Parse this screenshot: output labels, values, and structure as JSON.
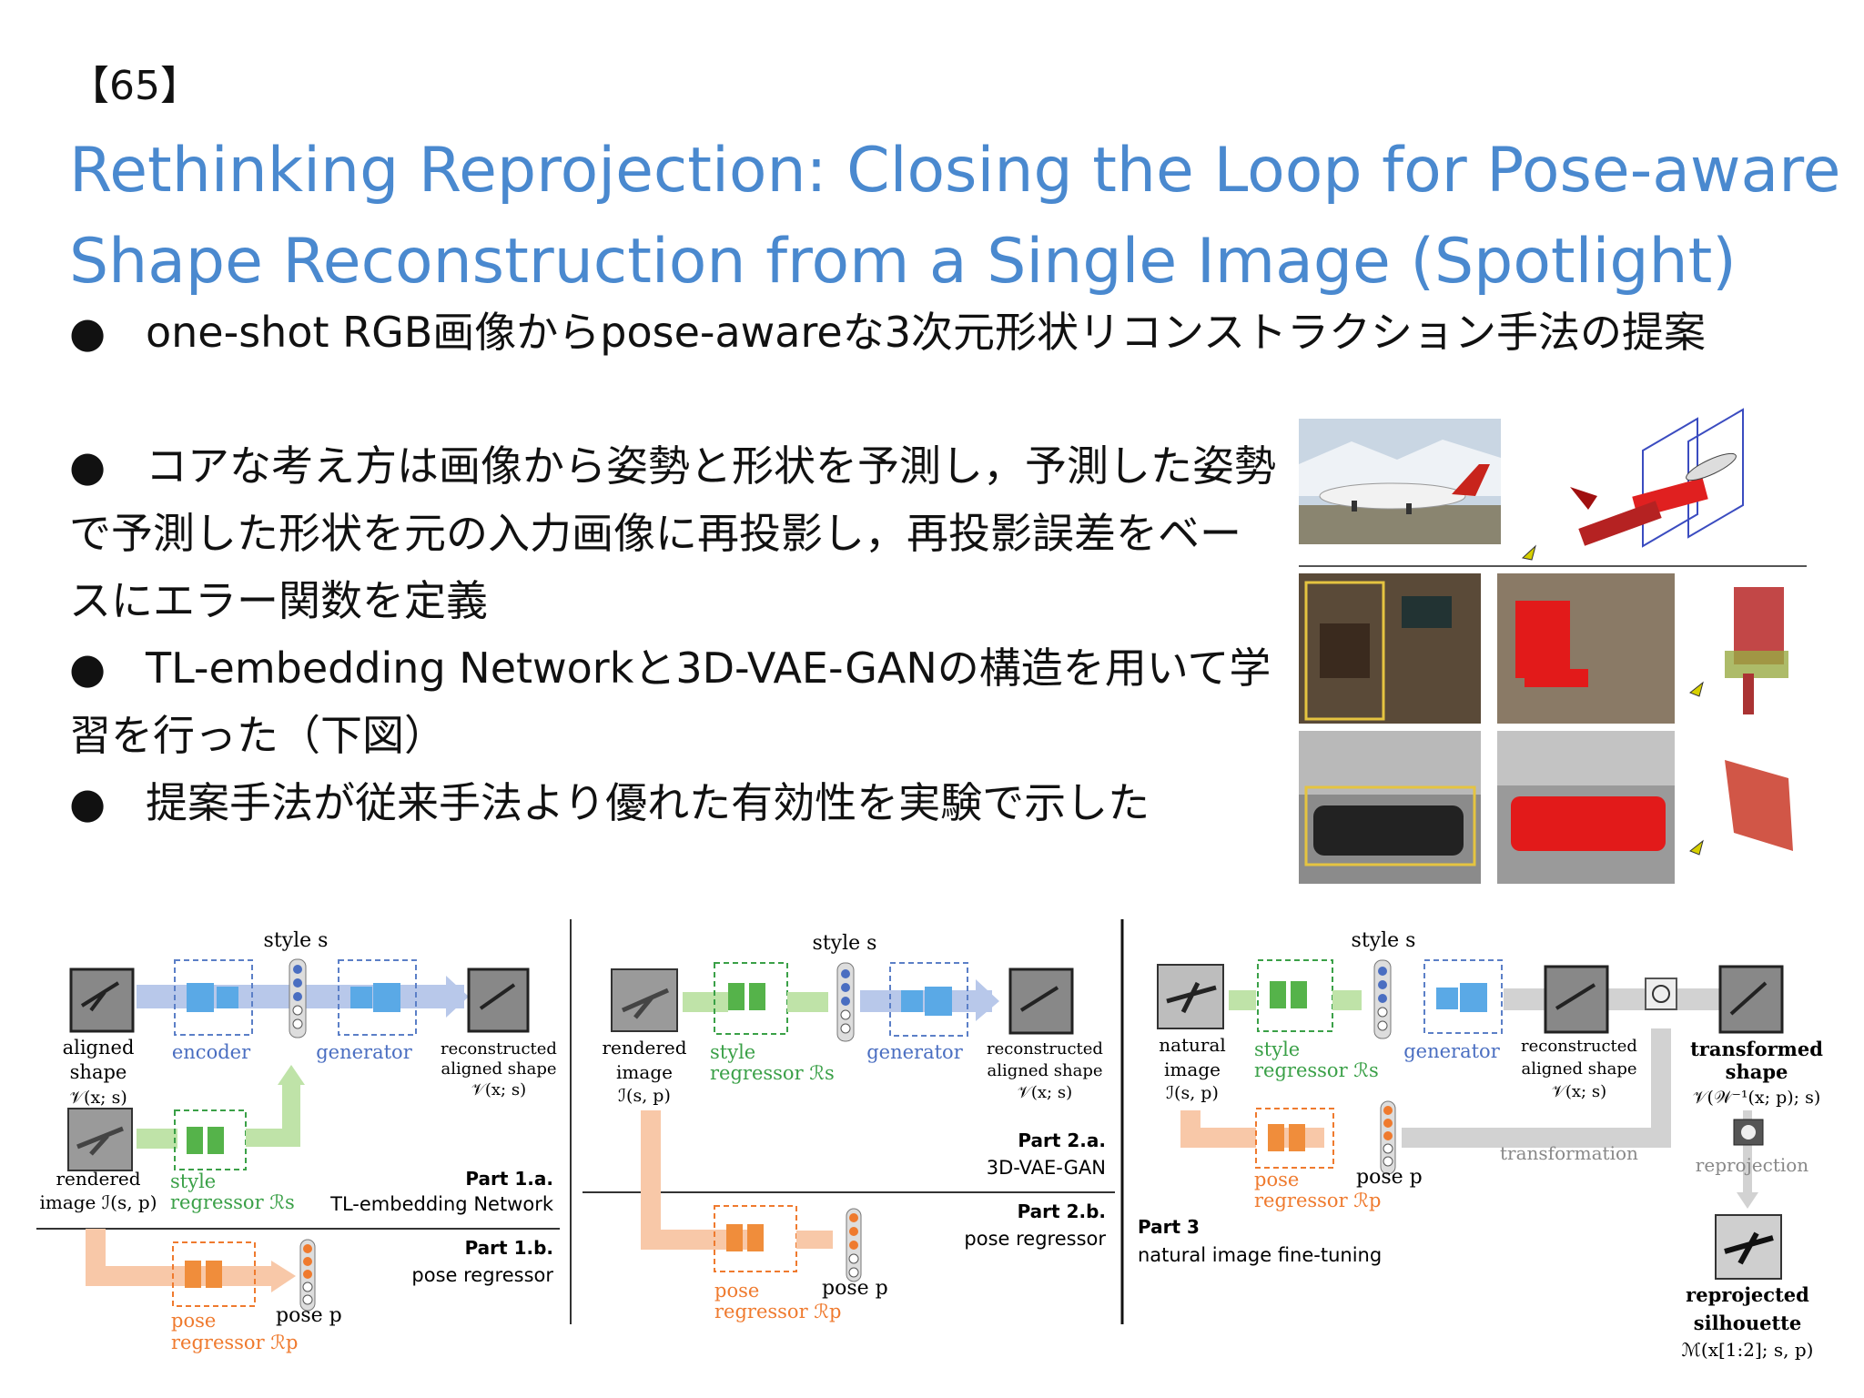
{
  "slide": {
    "number": "【65】",
    "title_line1": "Rethinking Reprojection: Closing the Loop for Pose-aware",
    "title_line2": "Shape Reconstruction from a Single Image (Spotlight)",
    "bullet_symbol": "●",
    "bullets": [
      "one-shot RGB画像からpose-awareな3次元形状リコンストラクション手法の提案",
      "コアな考え方は画像から姿勢と形状を予測し，予測した姿勢で予測した形状を元の入力画像に再投影し，再投影誤差をベースにエラー関数を定義",
      "TL-embedding Networkと3D-VAE-GANの構造を用いて学習を行った（下図）",
      "提案手法が従来手法より優れた有効性を実験で示した"
    ]
  },
  "figure": {
    "panel1": {
      "style_s": "style s",
      "aligned_shape": [
        "aligned",
        "shape",
        "𝒱(x; s)"
      ],
      "encoder": "encoder",
      "generator": "generator",
      "reconstructed": [
        "reconstructed",
        "aligned shape",
        "𝒱(x; s)"
      ],
      "rendered": [
        "rendered",
        "image ℐ(s, p)"
      ],
      "style_regressor": [
        "style",
        "regressor ℛs"
      ],
      "part_a_label": "Part 1.a.",
      "part_a_name": "TL-embedding Network",
      "part_b_label": "Part 1.b.",
      "part_b_name": "pose regressor",
      "pose_regressor": [
        "pose",
        "regressor ℛp"
      ],
      "pose_p": "pose p"
    },
    "panel2": {
      "style_s": "style s",
      "rendered": [
        "rendered",
        "image",
        "ℐ(s, p)"
      ],
      "style_regressor": [
        "style",
        "regressor ℛs"
      ],
      "generator": "generator",
      "reconstructed": [
        "reconstructed",
        "aligned shape",
        "𝒱(x; s)"
      ],
      "part_a_label": "Part 2.a.",
      "part_a_name": "3D-VAE-GAN",
      "part_b_label": "Part 2.b.",
      "part_b_name": "pose regressor",
      "pose_regressor": [
        "pose",
        "regressor ℛp"
      ],
      "pose_p": "pose p"
    },
    "panel3": {
      "style_s": "style s",
      "natural": [
        "natural",
        "image",
        "ℐ(s, p)"
      ],
      "style_regressor": [
        "style",
        "regressor ℛs"
      ],
      "generator": "generator",
      "reconstructed": [
        "reconstructed",
        "aligned shape",
        "𝒱(x; s)"
      ],
      "transformed": [
        "transformed",
        "shape",
        "𝒱(𝒲⁻¹(x; p); s)"
      ],
      "transformation": "transformation",
      "reprojection": "reprojection",
      "pose_regressor": [
        "pose",
        "regressor ℛp"
      ],
      "pose_p": "pose p",
      "part_label": "Part 3",
      "part_name": "natural image fine-tuning",
      "reprojected": [
        "reprojected",
        "silhouette",
        "ℳ(x[1:2]; s, p)"
      ]
    }
  }
}
